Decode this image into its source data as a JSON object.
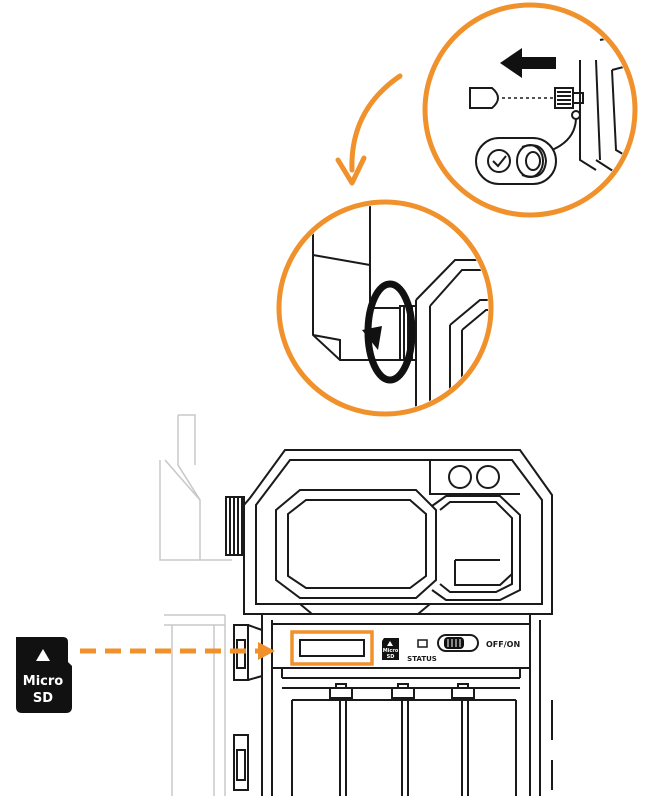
{
  "labels": {
    "sd_card_line1": "Micro",
    "sd_card_line2": "SD",
    "slot_icon_line1": "Micro",
    "slot_icon_line2": "SD",
    "status": "STATUS",
    "power": "OFF/ON"
  },
  "colors": {
    "accent": "#F0912B",
    "line": "#1A1A1A",
    "faint_line": "#C8C8C8",
    "card_fill": "#111111"
  },
  "icons": [
    "arrow-left-icon",
    "check-icon",
    "rotate-icon",
    "up-triangle-icon"
  ]
}
